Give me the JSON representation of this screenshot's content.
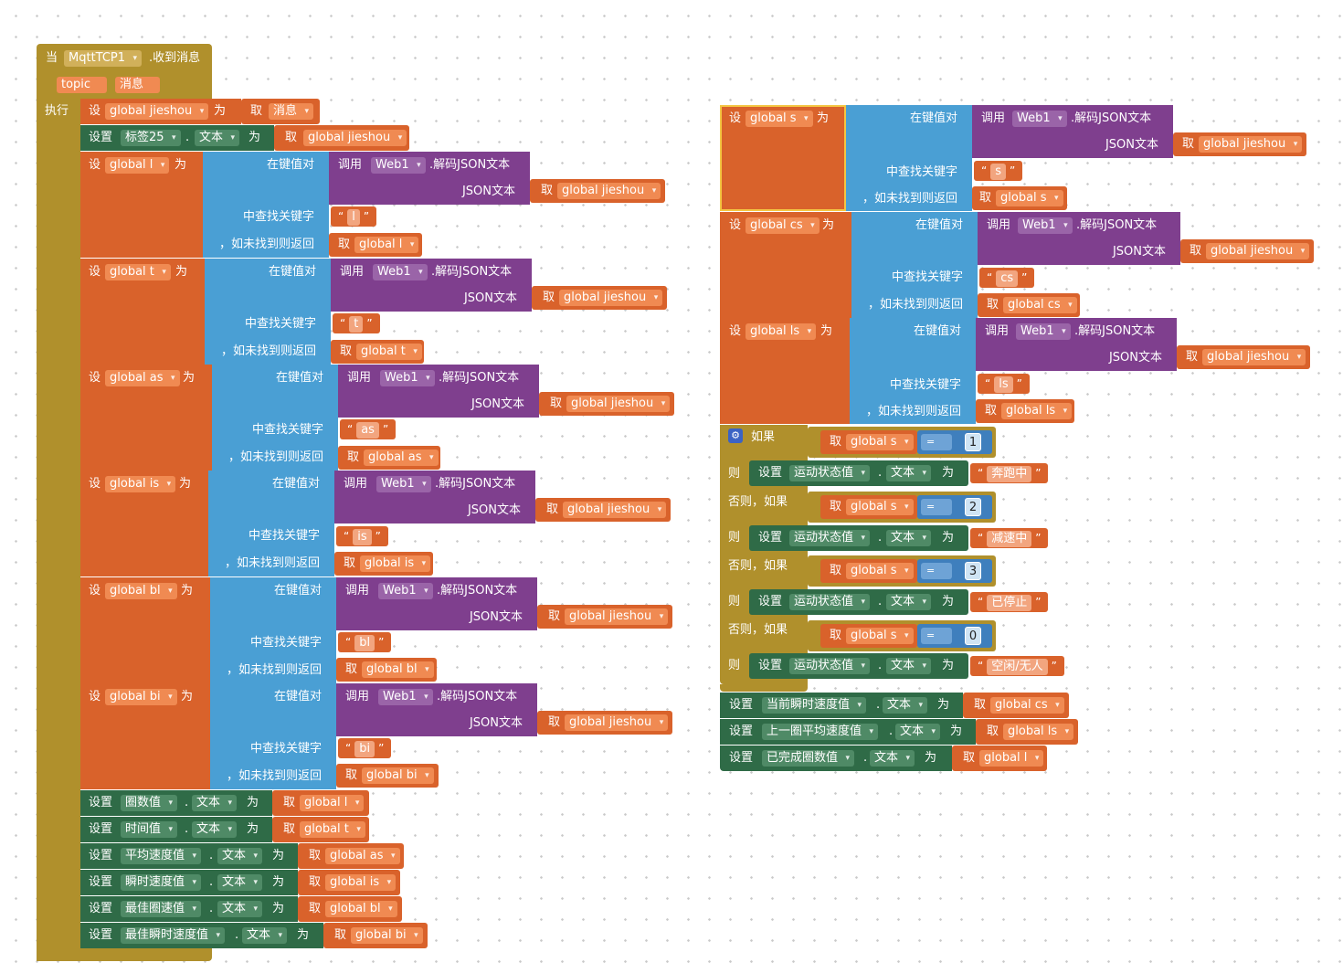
{
  "event": {
    "when": "当",
    "component": "MqttTCP1",
    "event_name": ".收到消息",
    "param1": "topic",
    "param2": "消息",
    "do": "执行"
  },
  "labels": {
    "set_var": "设",
    "to": "为",
    "get": "取",
    "set": "设置",
    "dot": ".",
    "text_prop": "文本",
    "call": "调用",
    "web": "Web1",
    "decode": ".解码JSON文本",
    "json_text": "JSON文本",
    "in_pairs": "在键值对",
    "find_key": "中查找关键字",
    "not_found": "，如未找到则返回",
    "if": "如果",
    "then": "则",
    "else_if": "否则，如果",
    "eq": "=",
    "open_q": "“",
    "close_q": "”"
  },
  "vars": {
    "jieshou": "global jieshou",
    "l": "global l",
    "t": "global t",
    "as": "global as",
    "is": "global is",
    "bl": "global bl",
    "bi": "global bi",
    "s": "global s",
    "cs": "global cs",
    "ls": "global ls",
    "msg": "消息"
  },
  "keys": {
    "l": "l",
    "t": "t",
    "as": "as",
    "is": "is",
    "bl": "bl",
    "bi": "bi",
    "s": "s",
    "cs": "cs",
    "ls": "ls"
  },
  "components": {
    "label25": "标签25",
    "laps": "圈数值",
    "time": "时间值",
    "avg_speed": "平均速度值",
    "inst_speed": "瞬时速度值",
    "best_lap": "最佳圈速值",
    "best_inst": "最佳瞬时速度值",
    "motion": "运动状态值",
    "cur_speed": "当前瞬时速度值",
    "last_lap_avg": "上一圈平均速度值",
    "done_laps": "已完成圈数值"
  },
  "conditions": [
    {
      "num": "1",
      "status": "奔跑中"
    },
    {
      "num": "2",
      "status": "减速中"
    },
    {
      "num": "3",
      "status": "已停止"
    },
    {
      "num": "0",
      "status": "空闲/无人"
    }
  ]
}
